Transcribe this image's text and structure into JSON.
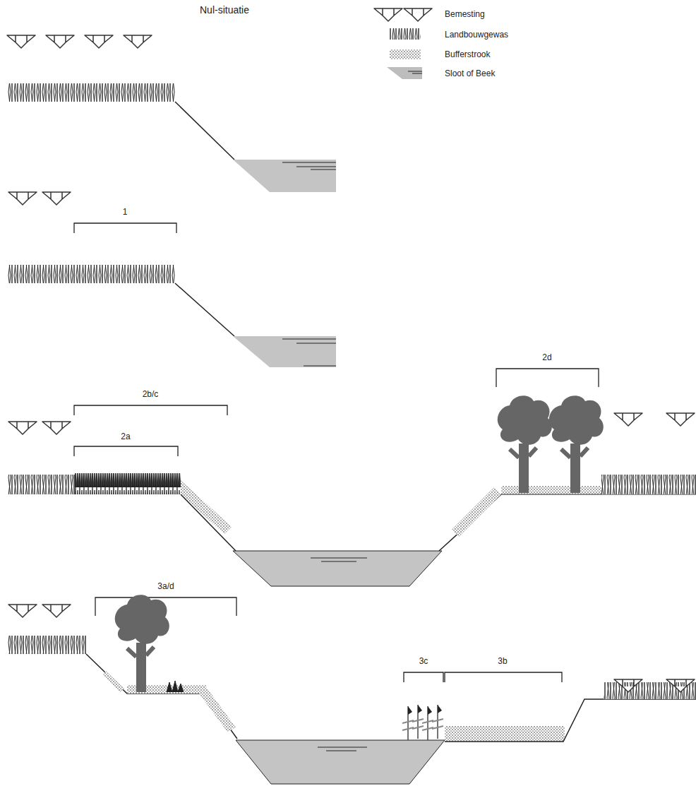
{
  "diagram": {
    "title": "Nul-situatie",
    "labels": [
      "1",
      "2b/c",
      "2a",
      "2d",
      "3a/d",
      "3c",
      "3b"
    ],
    "legend": [
      {
        "text": "Bemesting"
      },
      {
        "text": "Landbouwgewas"
      },
      {
        "text": "Bufferstrook"
      },
      {
        "text": "Sloot of Beek"
      }
    ]
  }
}
